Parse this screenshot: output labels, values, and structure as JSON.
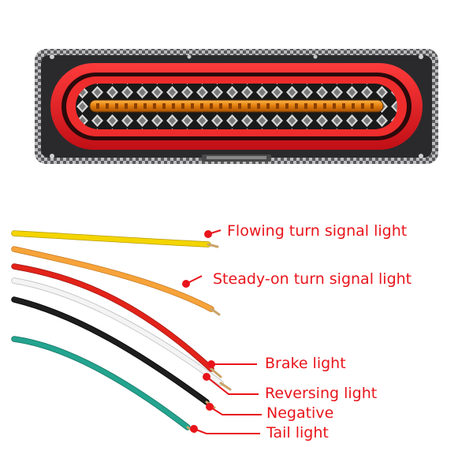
{
  "product": {
    "name": "LED tail light",
    "colors": {
      "body": "#202022",
      "carbon_frame": "#8a8a8c",
      "red_ring": "#e01820",
      "amber_strip": "#f08a10",
      "reflector_chrome": "#d9d9d9"
    }
  },
  "wires": [
    {
      "label": "Flowing turn signal light",
      "color": "#f4d500"
    },
    {
      "label": "Steady-on turn signal light",
      "color": "#f7a33a"
    },
    {
      "label": "Brake light",
      "color": "#e2231a"
    },
    {
      "label": "Reversing light",
      "color": "#f4f4f4"
    },
    {
      "label": "Negative",
      "color": "#1e1e1e"
    },
    {
      "label": "Tail light",
      "color": "#24a48f"
    }
  ],
  "label_color": "#e8141b"
}
